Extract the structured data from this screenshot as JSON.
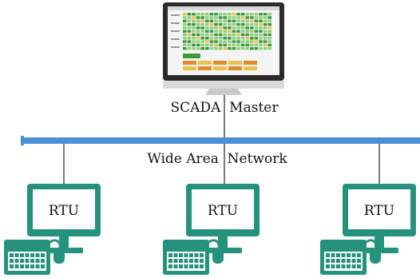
{
  "master": {
    "label": "SCADA  Master",
    "screen_colors": {
      "bg": "#f2f2f2",
      "green": "#3c9a3c",
      "lightgreen": "#8fcf7f",
      "orange": "#e08a2c",
      "yellow": "#e9c24a"
    }
  },
  "network": {
    "label": "Wide Area  Network",
    "bus_color": "#4a90d9"
  },
  "rtus": [
    {
      "label": "RTU"
    },
    {
      "label": "RTU"
    },
    {
      "label": "RTU"
    }
  ],
  "colors": {
    "rtu": "#26927e",
    "rtu_screen": "#ffffff",
    "monitor_frame": "#2b2b2b",
    "monitor_stand": "#c9c9c9",
    "line": "#333333"
  }
}
